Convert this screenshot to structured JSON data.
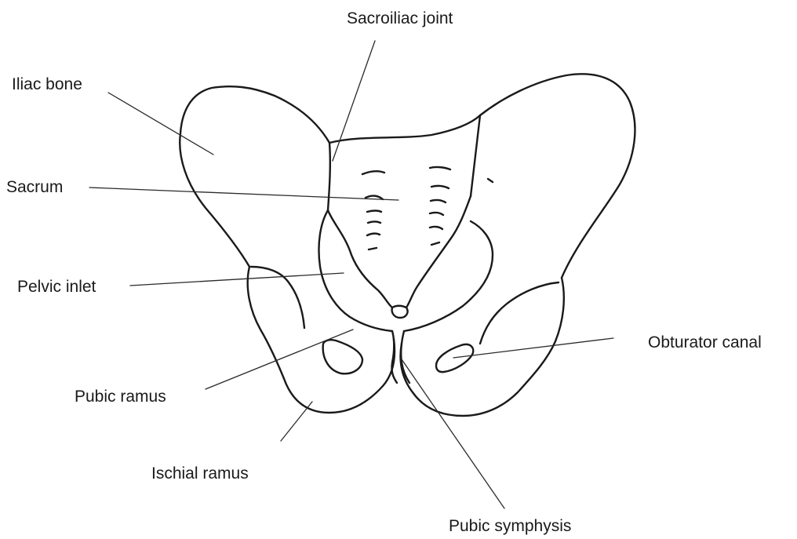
{
  "diagram": {
    "labels": {
      "sacroiliac_joint": "Sacroiliac joint",
      "iliac_bone": "Iliac bone",
      "sacrum": "Sacrum",
      "pelvic_inlet": "Pelvic inlet",
      "obturator_canal": "Obturator canal",
      "pubic_ramus": "Pubic ramus",
      "ischial_ramus": "Ischial ramus",
      "pubic_symphysis": "Pubic symphysis"
    }
  }
}
